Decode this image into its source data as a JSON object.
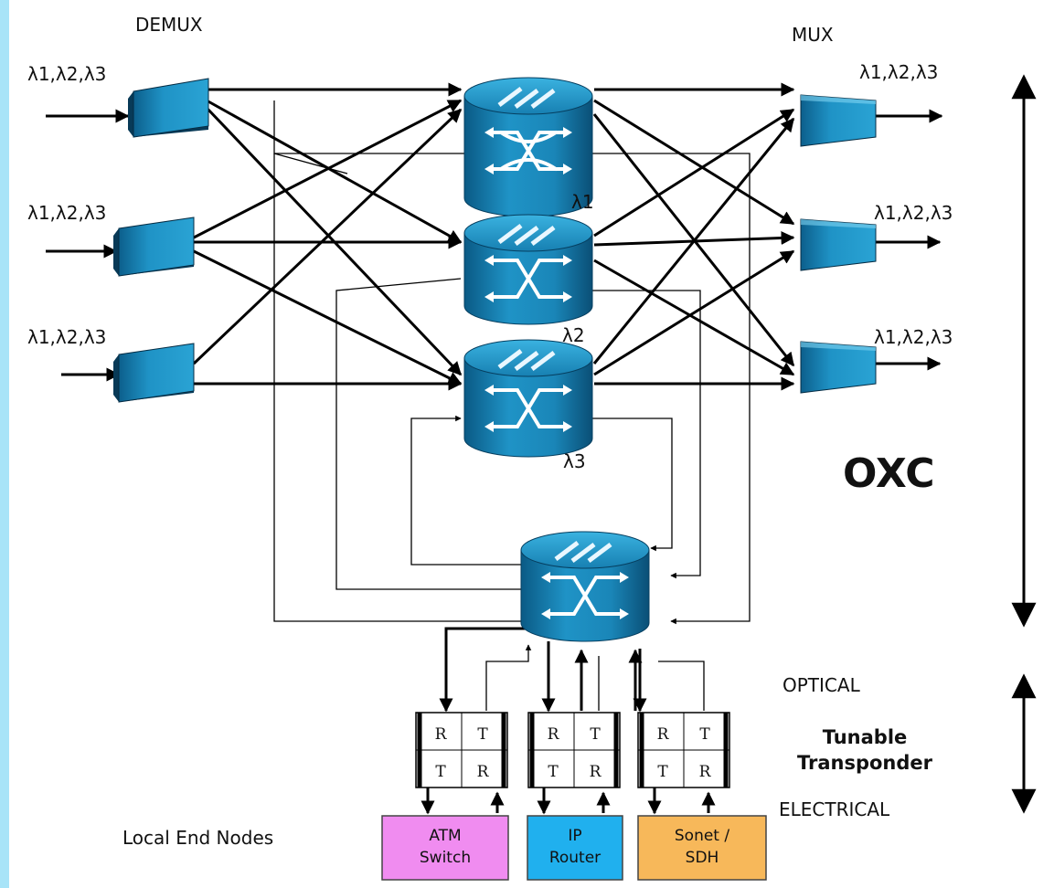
{
  "headings": {
    "demux": "DEMUX",
    "mux": "MUX"
  },
  "wavelength_set": "λ1,λ2,λ3",
  "switch_labels": [
    "λ1",
    "λ2",
    "λ3"
  ],
  "oxc_label": "OXC",
  "optical_label": "OPTICAL",
  "electrical_label": "ELECTRICAL",
  "transponder_label": {
    "line1": "Tunable",
    "line2": "Transponder"
  },
  "local_end_nodes_label": "Local End Nodes",
  "transponder_cells": [
    [
      "R",
      "T"
    ],
    [
      "T",
      "R"
    ]
  ],
  "end_nodes": [
    {
      "line1": "ATM",
      "line2": "Switch",
      "color": "#f08cf0"
    },
    {
      "line1": "IP",
      "line2": "Router",
      "color": "#20b0ee"
    },
    {
      "line1": "Sonet /",
      "line2": "SDH",
      "color": "#f7b85a"
    }
  ],
  "colors": {
    "left_band": "#a8e4f8",
    "device_blue": "#1e8fc2",
    "device_dark": "#0b5c86"
  }
}
